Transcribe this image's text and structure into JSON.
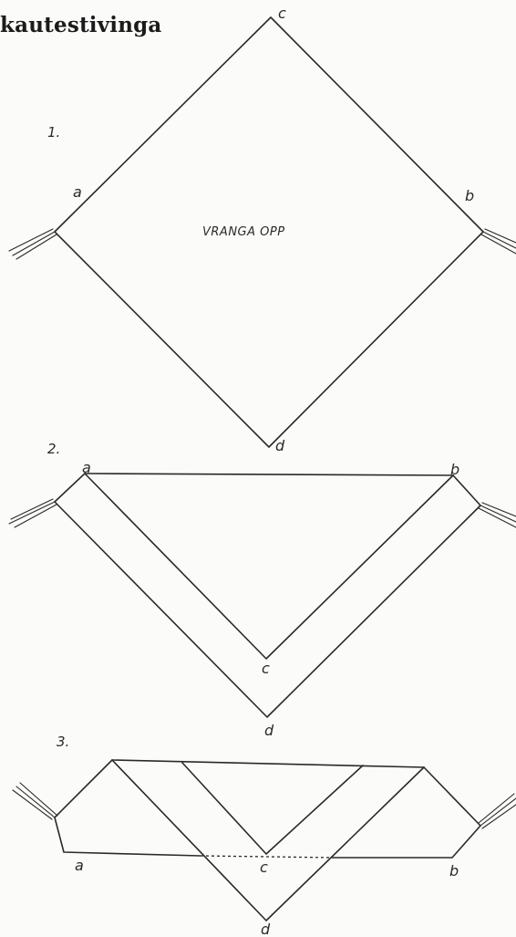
{
  "title": "kautestivinga",
  "diagram1": {
    "step": "1.",
    "label_a": "a",
    "label_b": "b",
    "label_c": "c",
    "label_d": "d",
    "note": "VRANGA OPP"
  },
  "diagram2": {
    "step": "2.",
    "label_a": "a",
    "label_b": "b",
    "label_c": "c",
    "label_d": "d"
  },
  "diagram3": {
    "step": "3.",
    "label_a": "a",
    "label_b": "b",
    "label_c": "c",
    "label_d": "d"
  }
}
